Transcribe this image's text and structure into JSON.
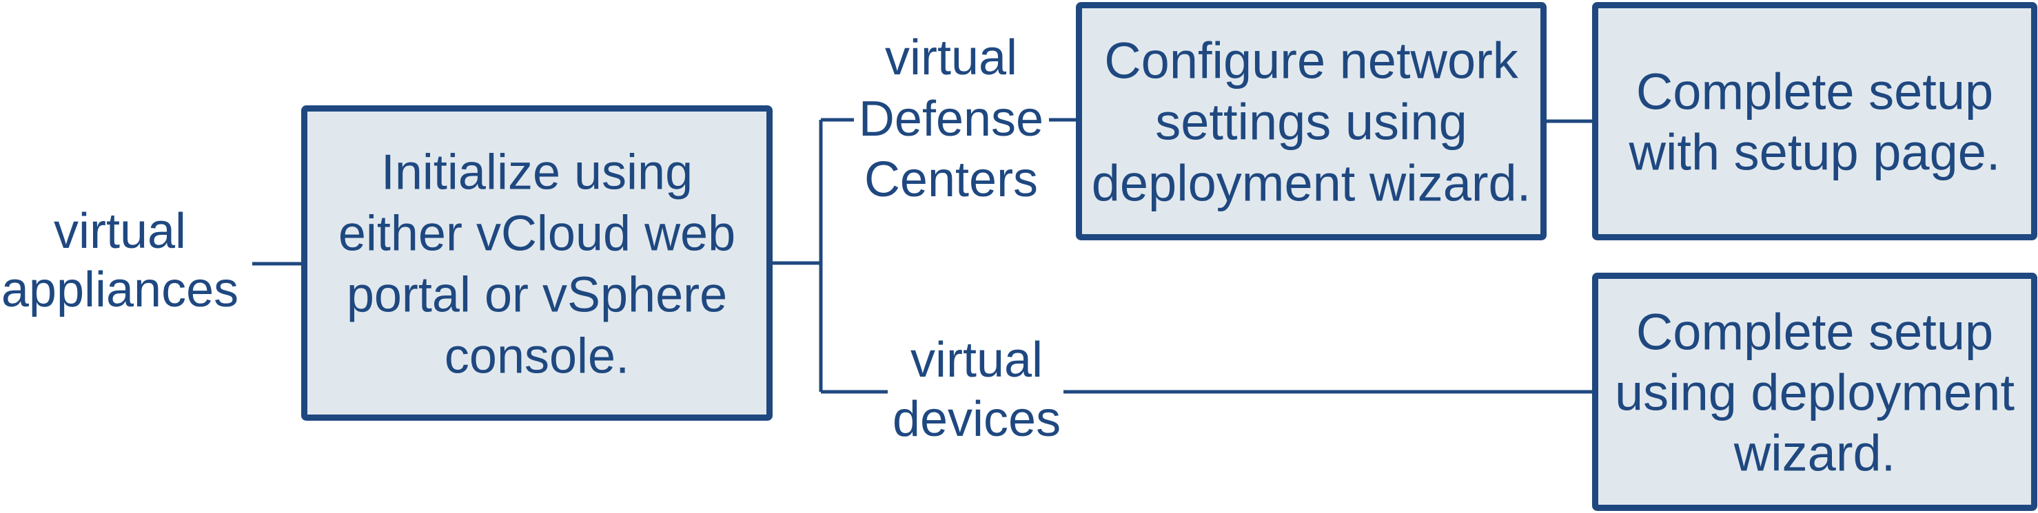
{
  "colors": {
    "stroke": "#1f4880",
    "box_fill": "#e1e8ed",
    "text": "#1f4880",
    "background": "#ffffff"
  },
  "diagram": {
    "title": "",
    "root_label": {
      "id": "virtual-appliances",
      "lines": [
        "virtual",
        "appliances"
      ]
    },
    "steps": [
      {
        "id": "initialize",
        "lines": [
          "Initialize using",
          "either vCloud web",
          "portal or vSphere",
          "console."
        ]
      },
      {
        "id": "configure-network",
        "lines": [
          "Configure network",
          "settings using",
          "deployment wizard."
        ]
      },
      {
        "id": "complete-setup-page",
        "lines": [
          "Complete setup",
          "with setup page."
        ]
      },
      {
        "id": "complete-setup-wizard",
        "lines": [
          "Complete setup",
          "using deployment",
          "wizard."
        ]
      }
    ],
    "branch_labels": [
      {
        "id": "virtual-defense-centers",
        "lines": [
          "virtual",
          "Defense",
          "Centers"
        ]
      },
      {
        "id": "virtual-devices",
        "lines": [
          "virtual",
          "devices"
        ]
      }
    ],
    "edges": [
      {
        "from": "virtual-appliances",
        "to": "initialize"
      },
      {
        "from": "initialize",
        "to": "virtual-defense-centers"
      },
      {
        "from": "initialize",
        "to": "virtual-devices"
      },
      {
        "from": "virtual-defense-centers",
        "to": "configure-network"
      },
      {
        "from": "configure-network",
        "to": "complete-setup-page"
      },
      {
        "from": "virtual-devices",
        "to": "complete-setup-wizard"
      }
    ]
  }
}
